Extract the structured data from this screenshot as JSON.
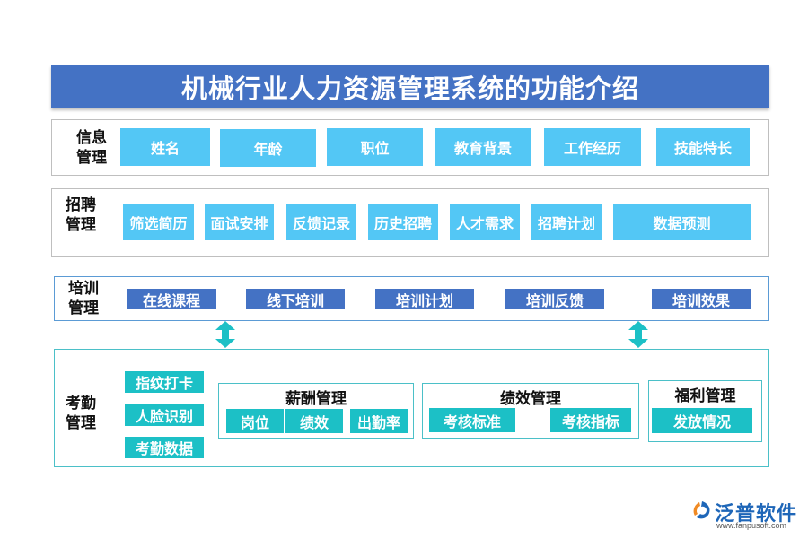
{
  "title": "机械行业人力资源管理系统的功能介绍",
  "sections": {
    "info": {
      "label": "信息\n管理",
      "items": [
        "姓名",
        "年龄",
        "职位",
        "教育背景",
        "工作经历",
        "技能特长"
      ]
    },
    "recruit": {
      "label": "招聘\n管理",
      "items": [
        "筛选简历",
        "面试安排",
        "反馈记录",
        "历史招聘",
        "人才需求",
        "招聘计划",
        "数据预测"
      ]
    },
    "training": {
      "label": "培训\n管理",
      "items": [
        "在线课程",
        "线下培训",
        "培训计划",
        "培训反馈",
        "培训效果"
      ]
    },
    "attendance": {
      "label": "考勤\n管理",
      "items": [
        "指纹打卡",
        "人脸识别",
        "考勤数据"
      ],
      "salary": {
        "title": "薪酬管理",
        "items": [
          "岗位",
          "绩效",
          "出勤率"
        ]
      },
      "performance": {
        "title": "绩效管理",
        "items": [
          "考核标准",
          "考核指标"
        ]
      },
      "welfare": {
        "title": "福利管理",
        "items": [
          "发放情况"
        ]
      }
    }
  },
  "logo": {
    "name": "泛普软件",
    "url": "www.fanpusoft.com"
  },
  "colors": {
    "title_bg": "#4472c4",
    "sky": "#53c7f5",
    "navy": "#4472c4",
    "teal": "#1cc0c6"
  }
}
